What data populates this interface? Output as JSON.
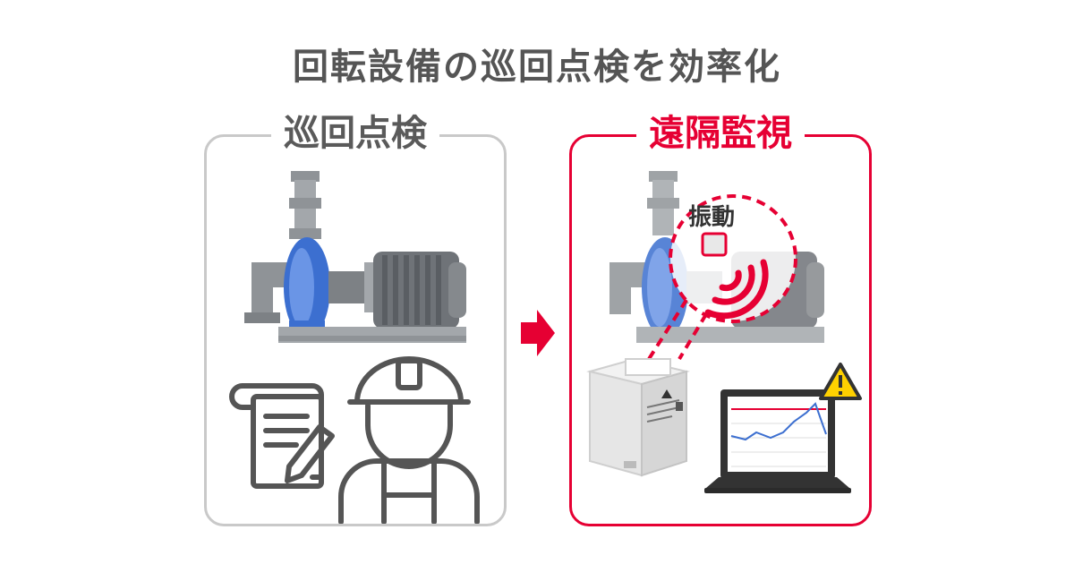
{
  "title": "回転設備の巡回点検を効率化",
  "panels": {
    "manual": {
      "label": "巡回点検"
    },
    "remote": {
      "label": "遠隔監視",
      "sensor_label": "振動"
    }
  },
  "colors": {
    "accent": "#e60033",
    "pump_blue": "#3c6fd0",
    "machine_gray": "#6f7378",
    "frame_gray": "#c9c9c9",
    "text_gray": "#555555"
  },
  "icons": [
    "pump-motor-icon",
    "checklist-icon",
    "pencil-icon",
    "worker-icon",
    "arrow-right-icon",
    "vibration-sensor-icon",
    "laptop-icon",
    "warning-icon"
  ]
}
